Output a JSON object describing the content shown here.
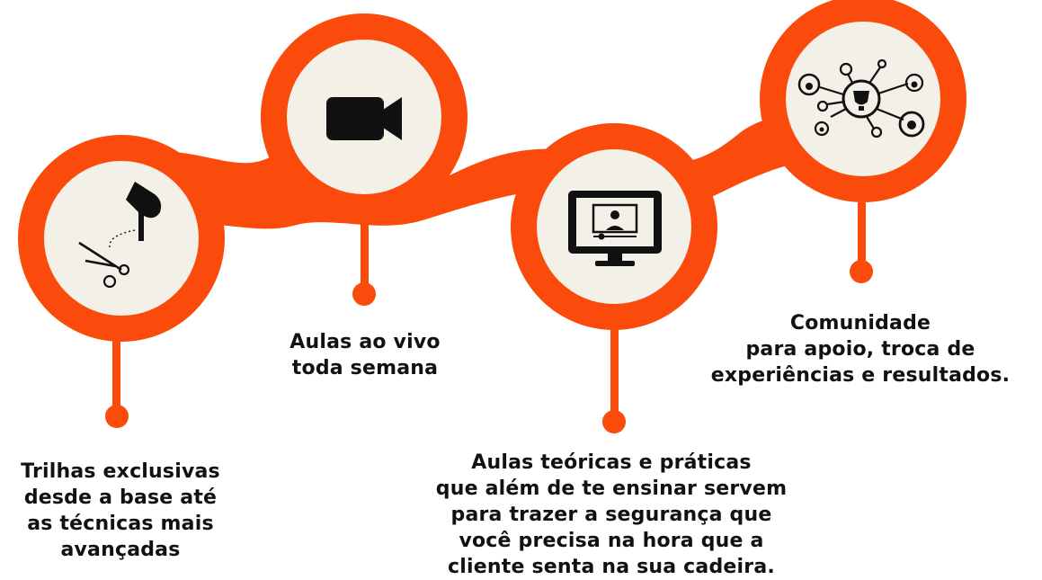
{
  "colors": {
    "accent": "#fa4a0c",
    "circle_fill": "#f3f0e8",
    "icon": "#111111",
    "text": "#111111",
    "background": "#ffffff"
  },
  "steps": [
    {
      "icon": "hair-dryer-scissors-icon",
      "lines": [
        "Trilhas exclusivas",
        "desde a base até",
        "as técnicas mais",
        "avançadas"
      ]
    },
    {
      "icon": "video-camera-icon",
      "lines": [
        "Aulas ao vivo",
        "toda semana"
      ]
    },
    {
      "icon": "monitor-video-class-icon",
      "lines": [
        "Aulas teóricas e práticas",
        "que além de te ensinar servem",
        "para trazer a segurança que",
        "você precisa na hora que a",
        "cliente senta na sua cadeira."
      ]
    },
    {
      "icon": "community-network-trophy-icon",
      "lines": [
        "Comunidade",
        "para apoio, troca de",
        "experiências e resultados."
      ]
    }
  ]
}
